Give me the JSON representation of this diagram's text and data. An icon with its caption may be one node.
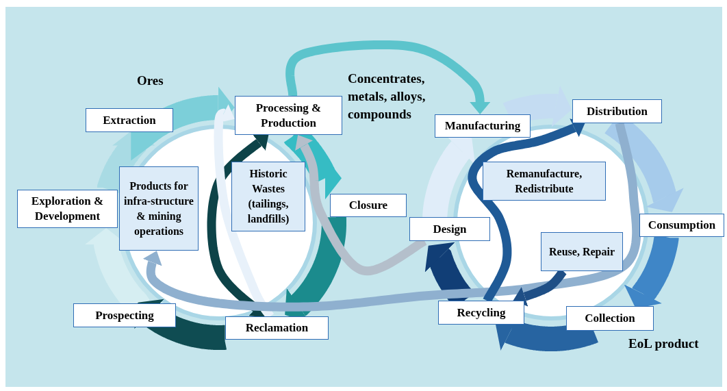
{
  "diagram": {
    "nodes": [
      {
        "text": [
          "Extraction"
        ]
      },
      {
        "text": [
          "Processing & Production"
        ]
      },
      {
        "text": [
          "Closure"
        ]
      },
      {
        "text": [
          "Reclamation"
        ]
      },
      {
        "text": [
          "Prospecting"
        ]
      },
      {
        "text": [
          "Exploration & Development"
        ]
      },
      {
        "text": [
          "Products for infra-structure & mining operations"
        ]
      },
      {
        "text": [
          "Historic Wastes (tailings, landfills)"
        ]
      },
      {
        "text": [
          "Manufacturing"
        ]
      },
      {
        "text": [
          "Distribution"
        ]
      },
      {
        "text": [
          "Consumption"
        ]
      },
      {
        "text": [
          "Collection"
        ]
      },
      {
        "text": [
          "Recycling"
        ]
      },
      {
        "text": [
          "Design"
        ]
      },
      {
        "text": [
          "Remanufacture, Redistribute"
        ]
      },
      {
        "text": [
          "Reuse, Repair"
        ]
      }
    ],
    "edges": [
      {
        "from": 4,
        "to": 5,
        "arrow": "to",
        "color": "#d6eef2"
      },
      {
        "from": 5,
        "to": 0,
        "arrow": "to",
        "color": "#a9dbe4"
      },
      {
        "from": 0,
        "to": 1,
        "arrow": "to",
        "color": "#7ccfd9"
      },
      {
        "from": 1,
        "to": 2,
        "arrow": "to",
        "color": "#36bcc4"
      },
      {
        "from": 2,
        "to": 3,
        "arrow": "to",
        "color": "#1b8b8d"
      },
      {
        "from": 3,
        "to": 4,
        "arrow": "to",
        "color": "#0f4c52"
      },
      {
        "from": 8,
        "to": 9,
        "arrow": "to",
        "color": "#c4dcf2"
      },
      {
        "from": 9,
        "to": 10,
        "arrow": "to",
        "color": "#a6cbeb"
      },
      {
        "from": 10,
        "to": 11,
        "arrow": "to",
        "color": "#3f86c7"
      },
      {
        "from": 11,
        "to": 12,
        "arrow": "to",
        "color": "#2764a1"
      },
      {
        "from": 12,
        "to": 13,
        "arrow": "to",
        "color": "#113e76"
      },
      {
        "from": 13,
        "to": 8,
        "arrow": "to",
        "color": "#e0edf9"
      },
      {
        "from": 1,
        "to": 8,
        "arrow": "to",
        "color": "#5cc4cc"
      },
      {
        "from": 1,
        "to": 3,
        "arrow": "both",
        "color": "#0d4348"
      },
      {
        "from": 3,
        "to": 1,
        "arrow": "to",
        "color": "#e8f1fa"
      },
      {
        "from": 13,
        "to": 1,
        "arrow": "to",
        "color": "#b4bfcb"
      },
      {
        "from": 9,
        "to": 6,
        "arrow": "to",
        "color": "#8fb0cf"
      },
      {
        "from": 12,
        "to": 9,
        "arrow": "to",
        "color": "#1f5a96"
      },
      {
        "from": 15,
        "to": 12,
        "arrow": "to",
        "color": "#1f4f86"
      }
    ],
    "labels": [
      "Ores",
      "Concentrates, metals, alloys, compounds",
      "EoL product"
    ]
  }
}
